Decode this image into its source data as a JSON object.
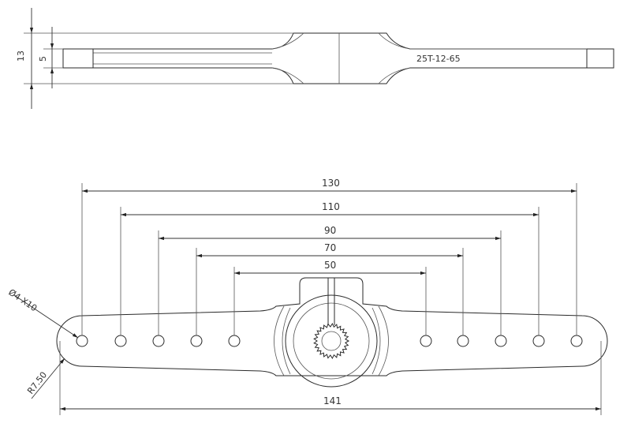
{
  "side_view": {
    "dim_total_height": "13",
    "dim_inner_height": "5",
    "part_code": "25T-12-65"
  },
  "top_view": {
    "dims": [
      {
        "id": "span-130",
        "label": "130"
      },
      {
        "id": "span-110",
        "label": "110"
      },
      {
        "id": "span-90",
        "label": "90"
      },
      {
        "id": "span-70",
        "label": "70"
      },
      {
        "id": "span-50",
        "label": "50"
      },
      {
        "id": "overall-141",
        "label": "141"
      }
    ],
    "hole_callout": "Ø4 X10",
    "radius_callout": "R7.50"
  }
}
